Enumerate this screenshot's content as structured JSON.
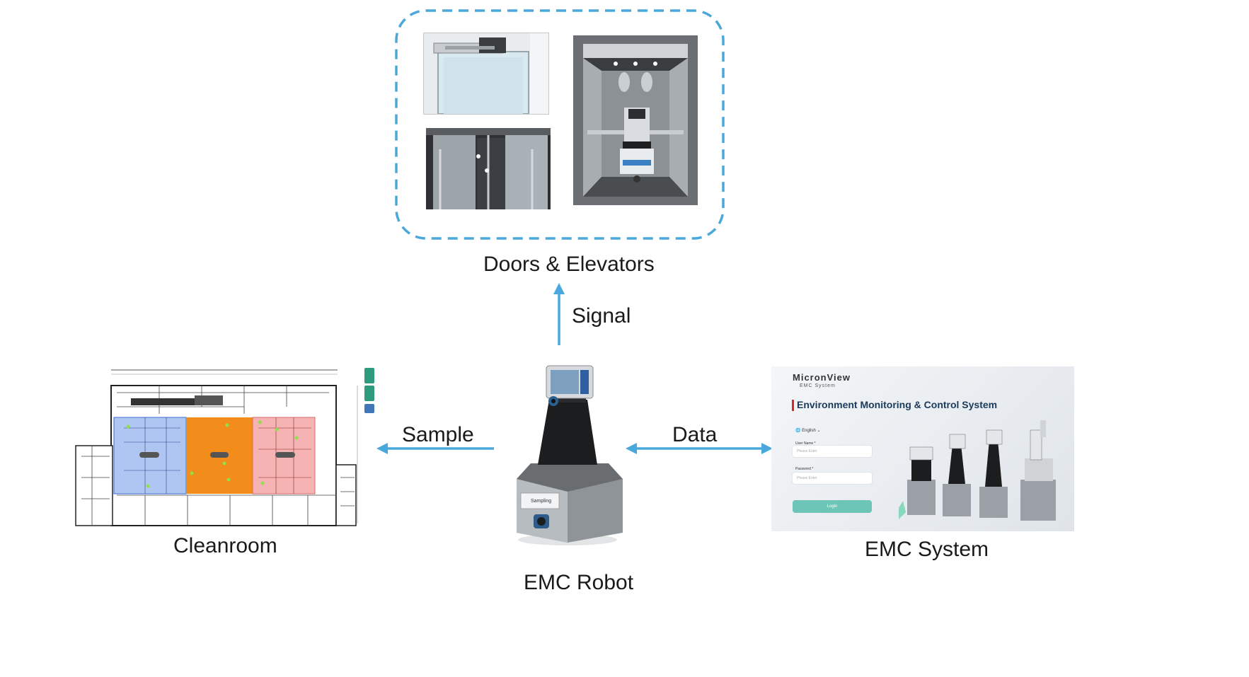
{
  "labels": {
    "doors_elevators": "Doors & Elevators",
    "signal": "Signal",
    "sample": "Sample",
    "data": "Data",
    "cleanroom": "Cleanroom",
    "emc_robot": "EMC Robot",
    "emc_system": "EMC  System"
  },
  "emc_screen": {
    "brand_main": "MicronView",
    "brand_sub": "EMC System",
    "title": "Environment Monitoring & Control System",
    "language": "English",
    "username_label": "User Name *",
    "username_placeholder": "Please Enter",
    "password_label": "Password *",
    "password_placeholder": "Please Enter",
    "login_button": "Login"
  },
  "robot_screen": {
    "sampling_label": "Sampling"
  },
  "colors": {
    "arrow": "#4aa8dc",
    "dashed_border": "#4aa8dc",
    "zone_blue": "#6f97e8",
    "zone_orange": "#f28c1a",
    "zone_pink": "#f2a0a0",
    "login_button": "#6cc5b6",
    "title_accent": "#d62828"
  }
}
